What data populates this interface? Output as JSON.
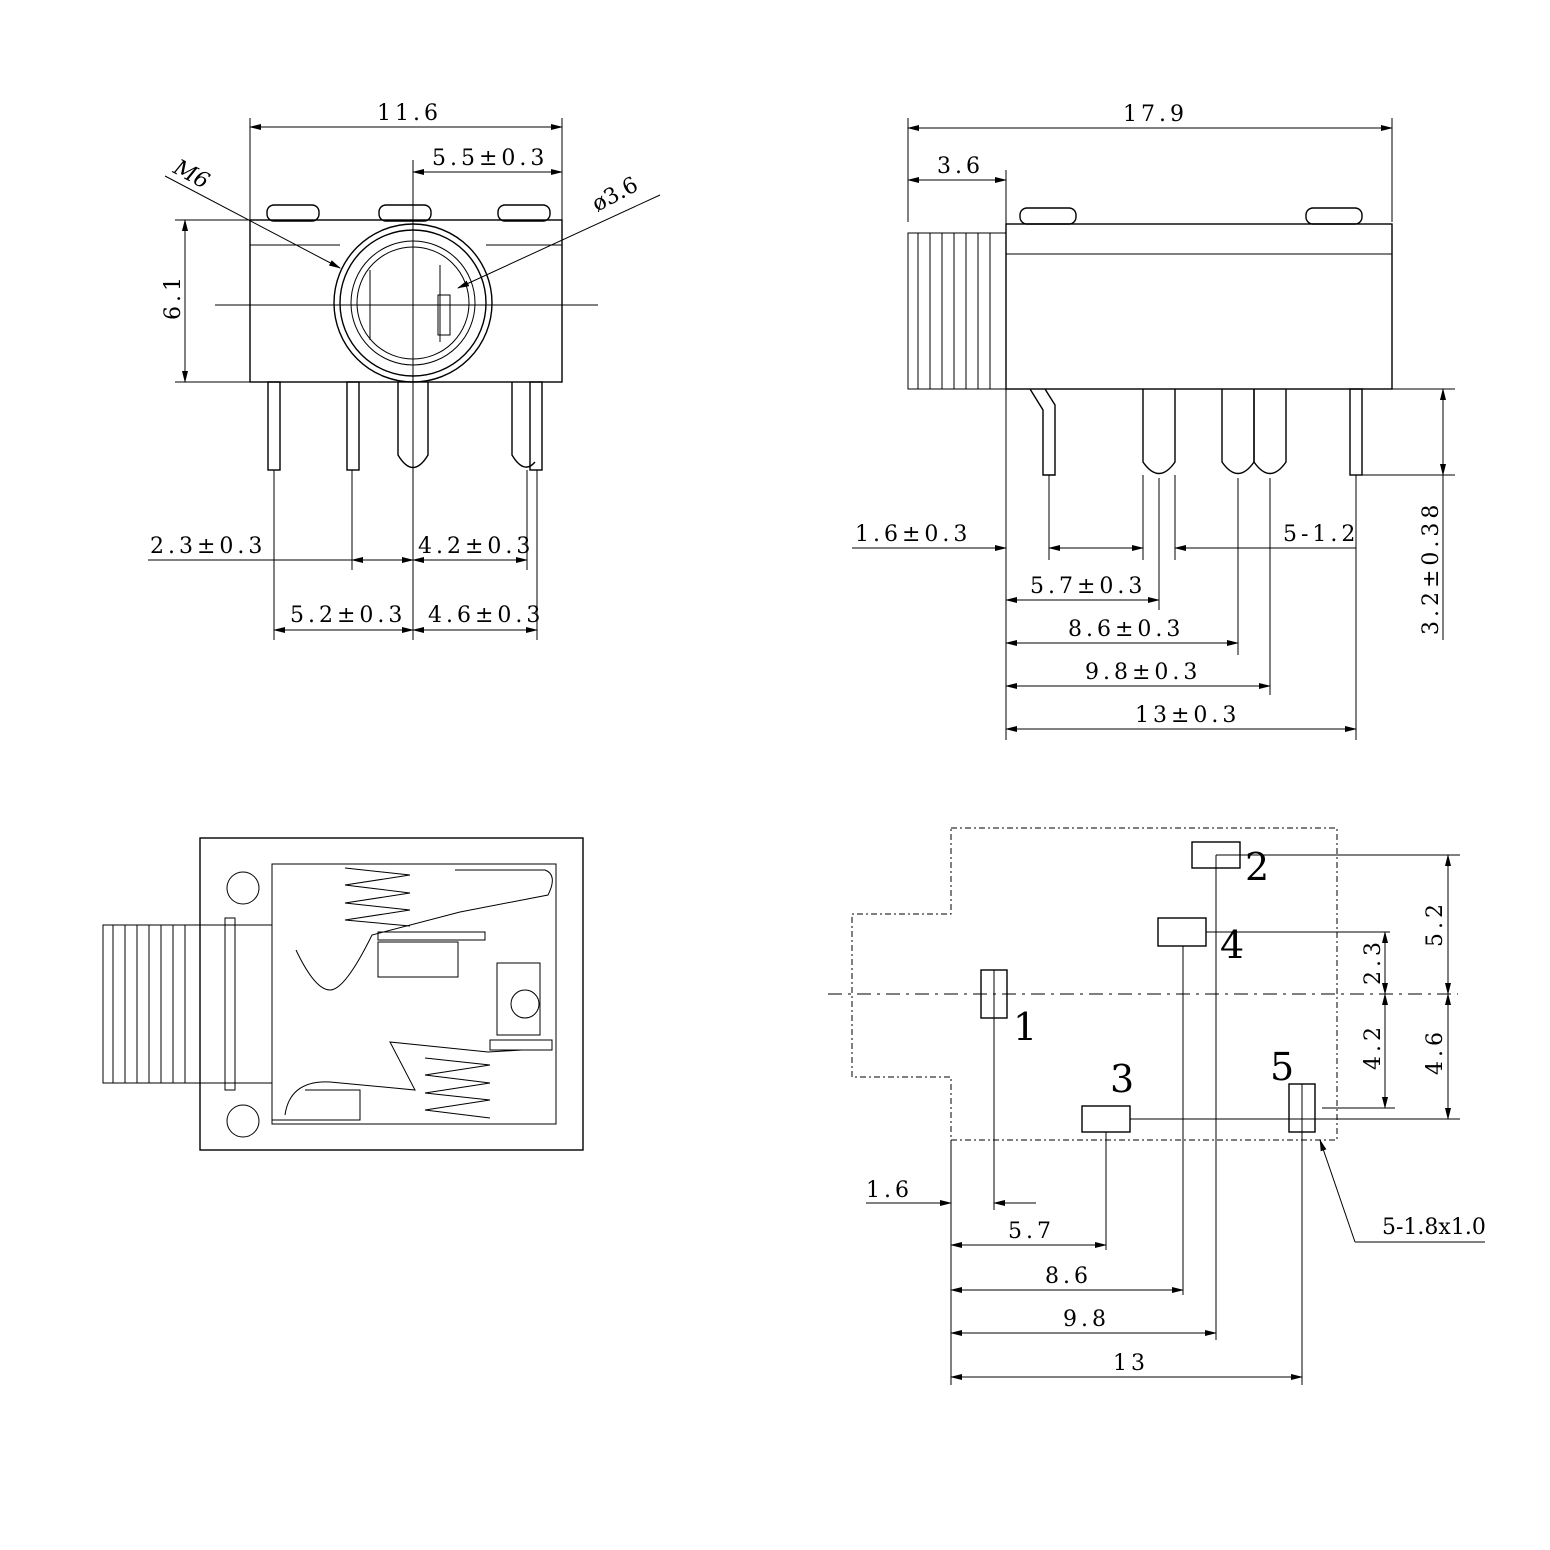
{
  "front_view": {
    "width": "11.6",
    "offset": "5.5±0.3",
    "thread": "M6",
    "bore": "ø3.6",
    "height": "6.1",
    "pin_a": "2.3±0.3",
    "pin_b": "4.2±0.3",
    "pin_c": "5.2±0.3",
    "pin_d": "4.6±0.3"
  },
  "side_view": {
    "length": "17.9",
    "thread_len": "3.6",
    "pin_thickness": "1.6±0.3",
    "pin_width": "5-1.2",
    "pin1": "5.7±0.3",
    "pin2": "8.6±0.3",
    "pin3": "9.8±0.3",
    "pin4": "13±0.3",
    "pin_len": "3.2±0.38"
  },
  "footprint": {
    "d1": "5.2",
    "d2": "2.3",
    "d3": "4.2",
    "d4": "4.6",
    "offset": "1.6",
    "x1": "5.7",
    "x2": "8.6",
    "x3": "9.8",
    "x4": "13",
    "pad_size": "5-1.8x1.0",
    "pad_labels": [
      "1",
      "2",
      "3",
      "4",
      "5"
    ]
  }
}
